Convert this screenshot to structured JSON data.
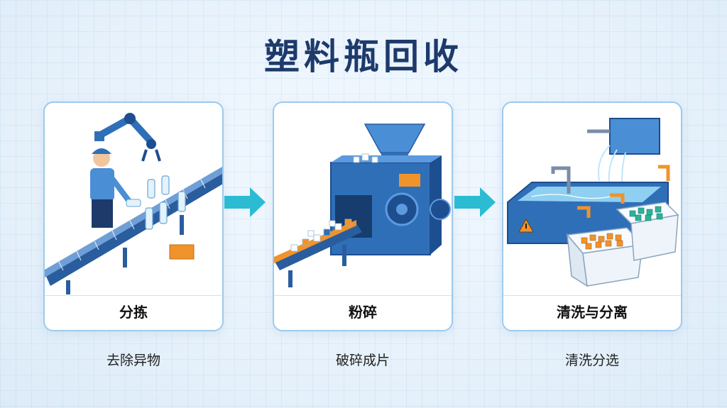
{
  "title": "塑料瓶回收",
  "steps": [
    {
      "label": "分拣",
      "desc": "去除异物"
    },
    {
      "label": "粉碎",
      "desc": "破碎成片"
    },
    {
      "label": "清洗与分离",
      "desc": "清洗分选"
    }
  ],
  "colors": {
    "title": "#1d3a6b",
    "card_border": "#9ec9ec",
    "arrow": "#2bbcd4",
    "machine_blue": "#2f6fb8",
    "accent_orange": "#f0932b",
    "flake_green": "#2bb39a"
  }
}
